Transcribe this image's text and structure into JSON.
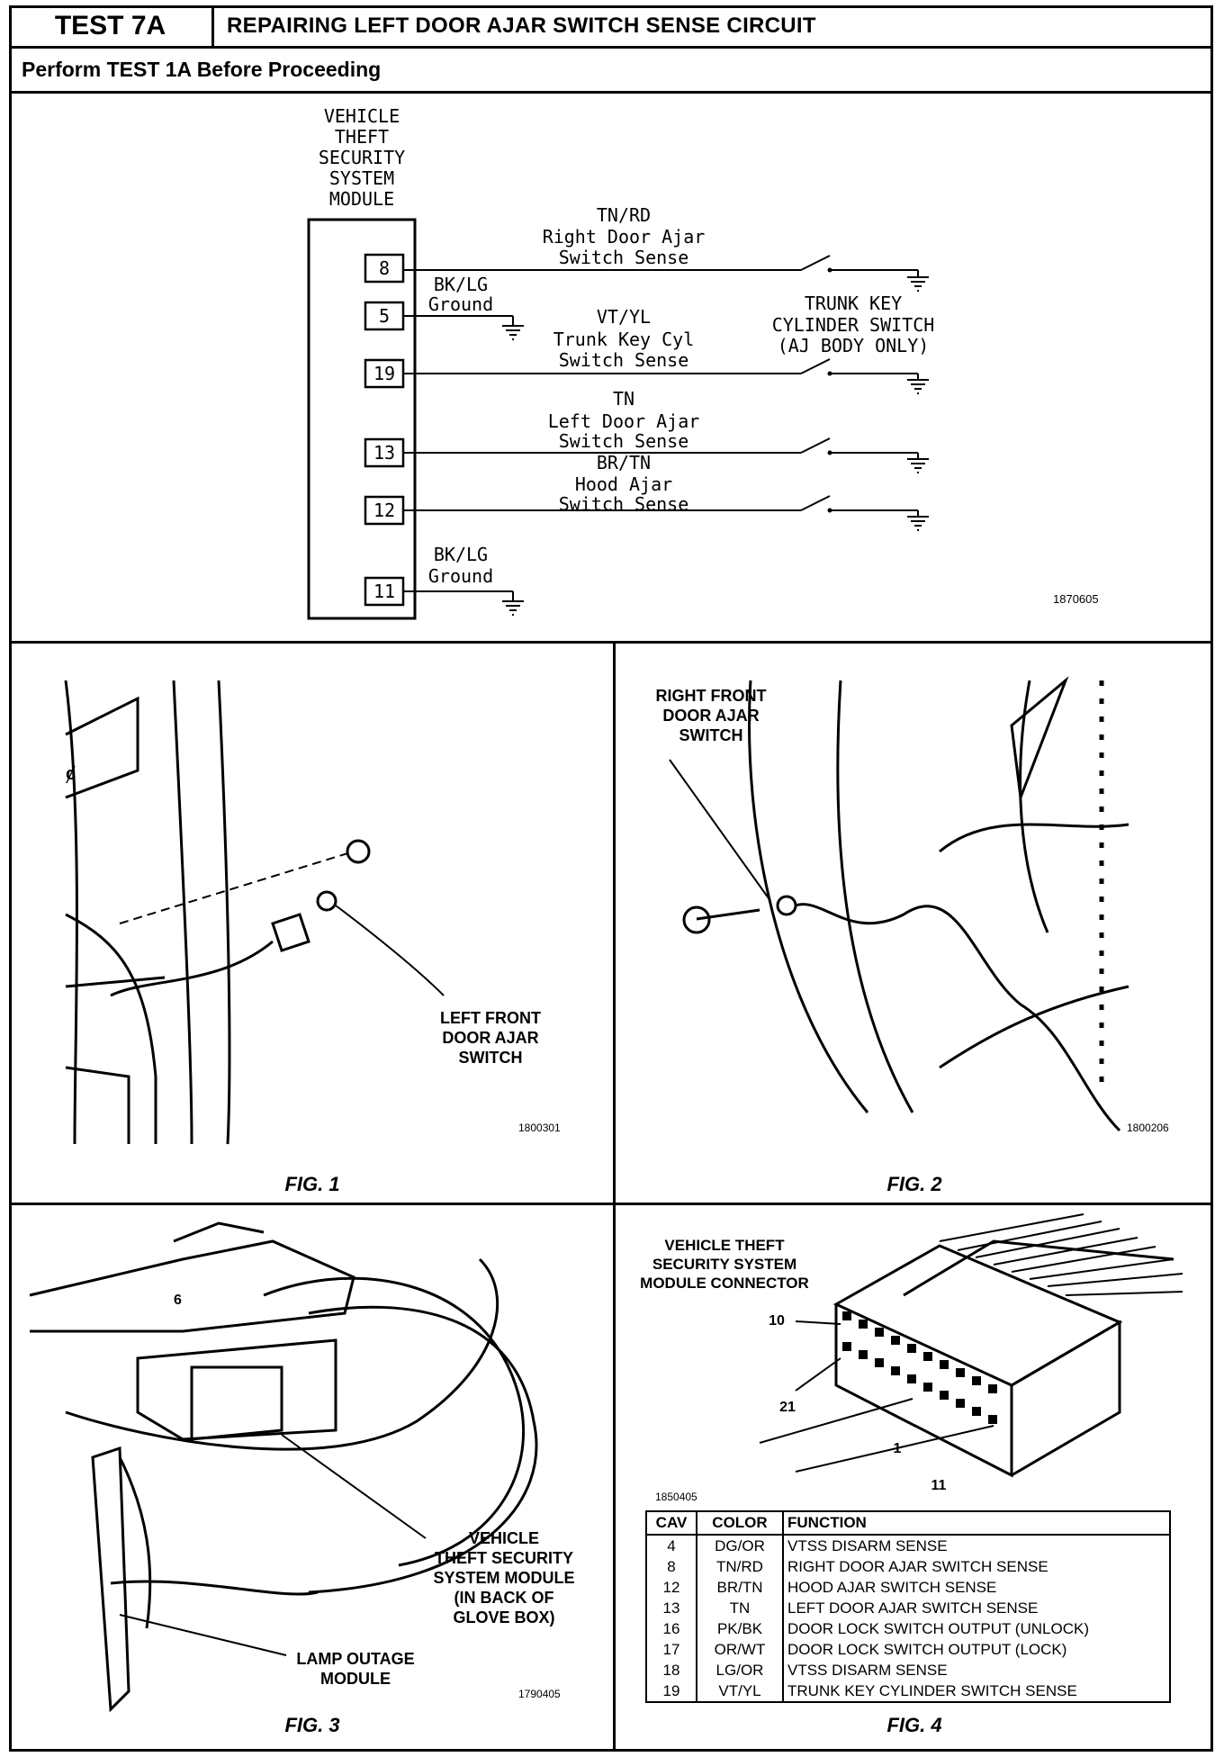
{
  "header": {
    "test_id": "TEST 7A",
    "title": "REPAIRING LEFT DOOR AJAR SWITCH SENSE CIRCUIT",
    "prerequisite": "Perform TEST 1A Before Proceeding"
  },
  "schematic": {
    "module_label": [
      "VEHICLE",
      "THEFT",
      "SECURITY",
      "SYSTEM",
      "MODULE"
    ],
    "pins": [
      "8",
      "5",
      "19",
      "13",
      "12",
      "11"
    ],
    "circuits": [
      {
        "color": "TN/RD",
        "name1": "Right Door Ajar",
        "name2": "Switch Sense"
      },
      {
        "color": "BK/LG",
        "name1": "Ground",
        "name2": ""
      },
      {
        "color": "VT/YL",
        "name1": "Trunk Key Cyl",
        "name2": "Switch Sense"
      },
      {
        "color": "TN",
        "name1": "Left Door Ajar",
        "name2": "Switch Sense"
      },
      {
        "color": "BR/TN",
        "name1": "Hood Ajar",
        "name2": "Switch Sense"
      },
      {
        "color": "BK/LG",
        "name1": "Ground",
        "name2": ""
      }
    ],
    "trunk_switch_label": [
      "TRUNK KEY",
      "CYLINDER SWITCH",
      "(AJ BODY ONLY)"
    ],
    "code": "1870605"
  },
  "fig1": {
    "label": "FIG. 1",
    "callout": [
      "LEFT FRONT",
      "DOOR AJAR",
      "SWITCH"
    ],
    "code": "1800301"
  },
  "fig2": {
    "label": "FIG. 2",
    "callout": [
      "RIGHT FRONT",
      "DOOR AJAR",
      "SWITCH"
    ],
    "code": "1800206"
  },
  "fig3": {
    "label": "FIG. 3",
    "callout_module": [
      "VEHICLE",
      "THEFT SECURITY",
      "SYSTEM MODULE",
      "(IN BACK OF",
      "GLOVE BOX)"
    ],
    "callout_lamp": [
      "LAMP OUTAGE",
      "MODULE"
    ],
    "code": "1790405"
  },
  "fig4": {
    "label": "FIG. 4",
    "callout": [
      "VEHICLE THEFT",
      "SECURITY SYSTEM",
      "MODULE CONNECTOR"
    ],
    "pin_labels": [
      "10",
      "21",
      "1",
      "11"
    ],
    "code": "1850405",
    "table": {
      "headers": [
        "CAV",
        "COLOR",
        "FUNCTION"
      ],
      "rows": [
        [
          "4",
          "DG/OR",
          "VTSS DISARM SENSE"
        ],
        [
          "8",
          "TN/RD",
          "RIGHT DOOR AJAR SWITCH SENSE"
        ],
        [
          "12",
          "BR/TN",
          "HOOD AJAR SWITCH SENSE"
        ],
        [
          "13",
          "TN",
          "LEFT DOOR AJAR SWITCH SENSE"
        ],
        [
          "16",
          "PK/BK",
          "DOOR LOCK SWITCH OUTPUT (UNLOCK)"
        ],
        [
          "17",
          "OR/WT",
          "DOOR LOCK SWITCH OUTPUT (LOCK)"
        ],
        [
          "18",
          "LG/OR",
          "VTSS DISARM SENSE"
        ],
        [
          "19",
          "VT/YL",
          "TRUNK KEY CYLINDER SWITCH SENSE"
        ]
      ]
    }
  }
}
